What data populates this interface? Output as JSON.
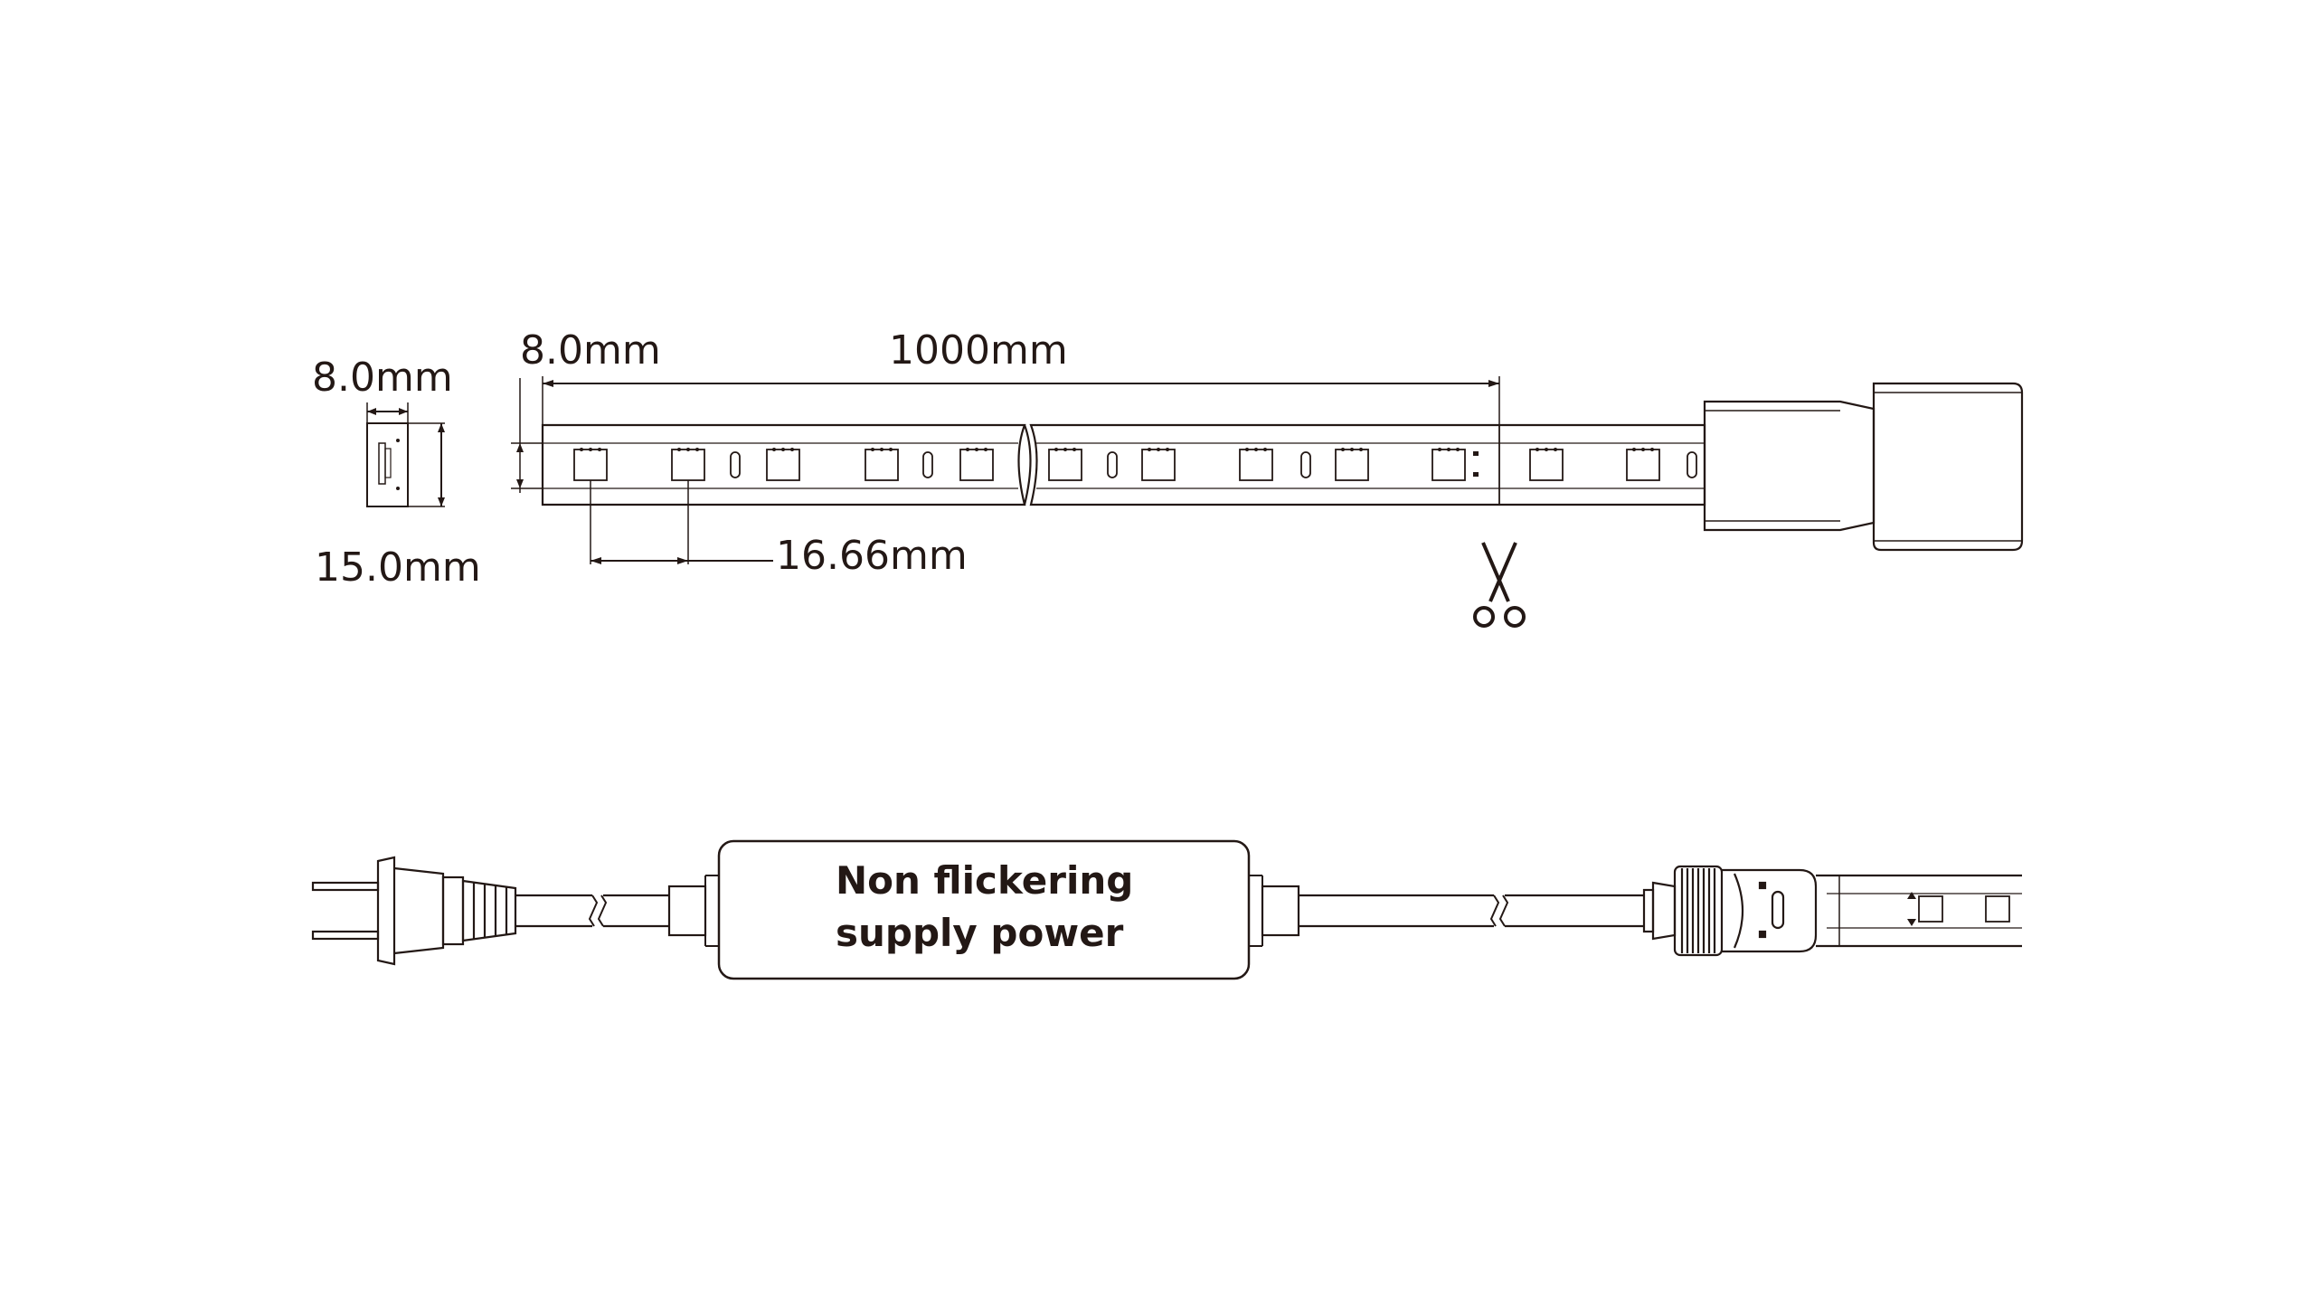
{
  "dimensions": {
    "profile_width": "8.0mm",
    "profile_height": "15.0mm",
    "strip_width": "8.0mm",
    "segment_length": "1000mm",
    "led_pitch": "16.66mm"
  },
  "power_supply": {
    "line1": "Non flickering",
    "line2": "supply power"
  },
  "icons": {
    "cut": "scissors-icon",
    "plug": "plug-icon",
    "connector": "connector-icon"
  },
  "colors": {
    "line": "#231815",
    "background": "#ffffff"
  }
}
